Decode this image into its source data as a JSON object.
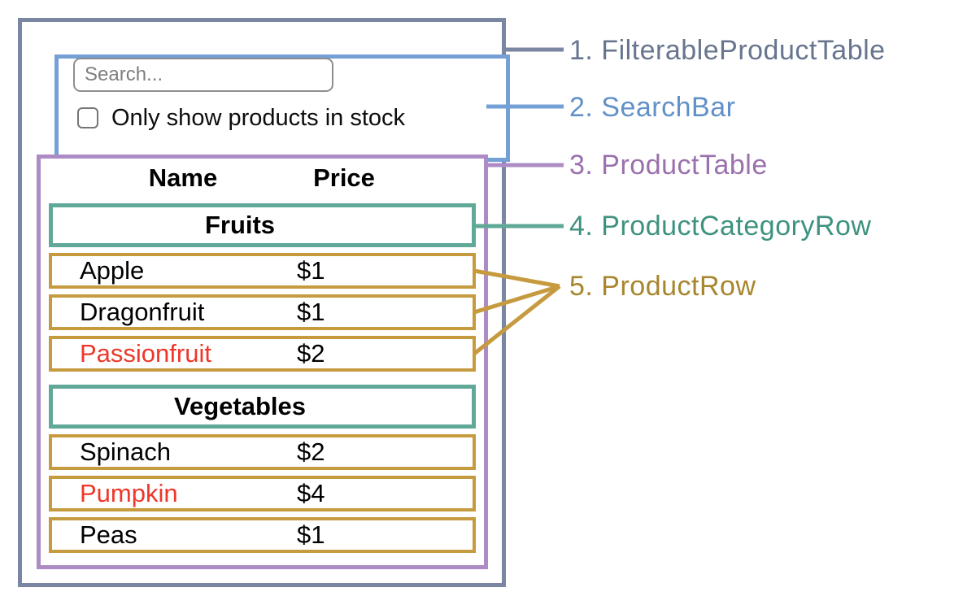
{
  "search_bar": {
    "placeholder": "Search...",
    "checkbox_label": "Only show products in stock"
  },
  "product_table": {
    "headers": {
      "name": "Name",
      "price": "Price"
    },
    "sections": [
      {
        "category": "Fruits",
        "rows": [
          {
            "name": "Apple",
            "price": "$1"
          },
          {
            "name": "Dragonfruit",
            "price": "$1"
          },
          {
            "name": "Passionfruit",
            "price": "$2"
          }
        ]
      },
      {
        "category": "Vegetables",
        "rows": [
          {
            "name": "Spinach",
            "price": "$2"
          },
          {
            "name": "Pumpkin",
            "price": "$4"
          },
          {
            "name": "Peas",
            "price": "$1"
          }
        ]
      }
    ]
  },
  "legend": [
    {
      "label": "1. FilterableProductTable",
      "color": "#68758f"
    },
    {
      "label": "2. SearchBar",
      "color": "#6191c8"
    },
    {
      "label": "3. ProductTable",
      "color": "#9a70ae"
    },
    {
      "label": "4. ProductCategoryRow",
      "color": "#3f9280"
    },
    {
      "label": "5. ProductRow",
      "color": "#a8862e"
    }
  ],
  "colors": {
    "filterable_product_table_border": "#7b86a2",
    "search_bar_border": "#74a0d6",
    "product_table_border": "#ad8cc6",
    "category_row_border": "#60a998",
    "product_row_border": "#c69b3f",
    "out_of_stock_text": "#ee372a"
  }
}
